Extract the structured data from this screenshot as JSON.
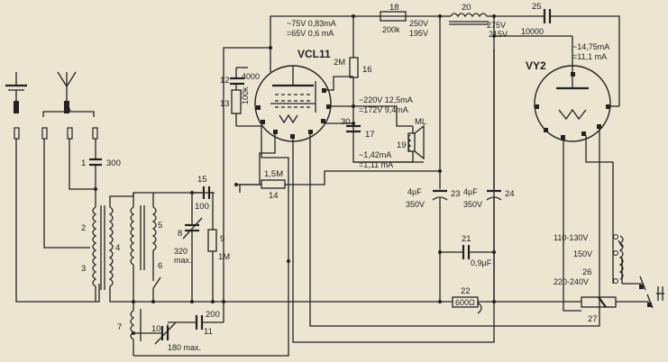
{
  "tubes": {
    "vcl11": {
      "name": "VCL11"
    },
    "vy2": {
      "name": "VY2"
    }
  },
  "components": {
    "c1": {
      "ref": "1",
      "value": "300"
    },
    "l2": {
      "ref": "2"
    },
    "l3": {
      "ref": "3"
    },
    "l4": {
      "ref": "4"
    },
    "l5": {
      "ref": "5"
    },
    "s6": {
      "ref": "6"
    },
    "l7": {
      "ref": "7"
    },
    "c8": {
      "ref": "8",
      "value_a": "320",
      "value_b": "max."
    },
    "r9": {
      "ref": "9",
      "value": "1M"
    },
    "c10": {
      "ref": "10",
      "value": "180 max."
    },
    "c11": {
      "ref": "11",
      "value": "200"
    },
    "c12": {
      "ref": "12",
      "value": "4000"
    },
    "r13": {
      "ref": "13",
      "value": "100k"
    },
    "r14": {
      "ref": "14",
      "value": "1,5M"
    },
    "c15": {
      "ref": "15",
      "value": "100"
    },
    "r16": {
      "ref": "16",
      "value": "2M"
    },
    "c17": {
      "ref": "17",
      "value": "30"
    },
    "r18": {
      "ref": "18",
      "value": "200k"
    },
    "spk19": {
      "ref": "19",
      "value": "ML"
    },
    "l20": {
      "ref": "20"
    },
    "c21": {
      "ref": "21",
      "value": "0,9µF"
    },
    "r22": {
      "ref": "22",
      "value": "600Ω"
    },
    "c23": {
      "ref": "23",
      "value_a": "4µF",
      "value_b": "350V"
    },
    "c24": {
      "ref": "24",
      "value_a": "4µF",
      "value_b": "350V"
    },
    "c25": {
      "ref": "25",
      "value": "10000"
    },
    "t26": {
      "ref": "26"
    },
    "sw27": {
      "ref": "27"
    }
  },
  "annotations": {
    "top_a": "~75V 0,83mA",
    "top_b": "=65V 0,6 mA",
    "r18_a": "250V",
    "r18_b": "195V",
    "l20_a": "275V",
    "l20_b": "215V",
    "vy2_a": "~14,75mA",
    "vy2_b": "=11,1 mA",
    "mid_a": "~220V 12,5mA",
    "mid_b": "=172V  9,4mA",
    "low_a": "~1,42mA",
    "low_b": "=1,11 mA",
    "tap_a": "110-130V",
    "tap_b": "150V",
    "tap_c": "220-240V"
  }
}
